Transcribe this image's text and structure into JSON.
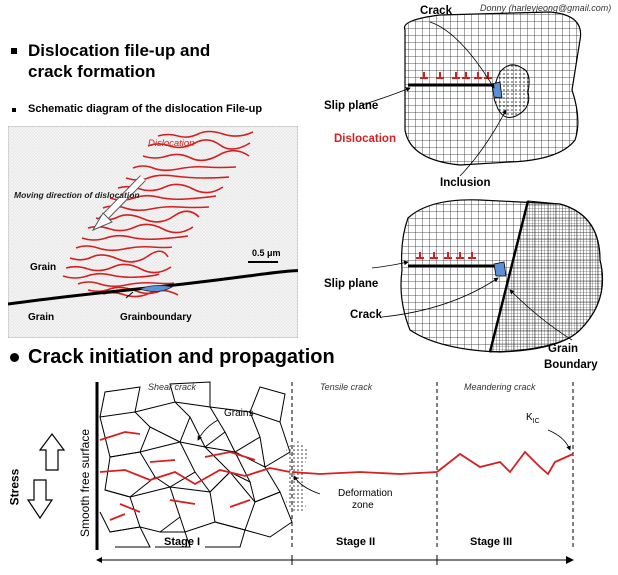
{
  "author": "Donny (harleyjeong@gmail.com)",
  "section1": {
    "title_line1": "Dislocation file-up and",
    "title_line2": "crack formation",
    "subtitle": "Schematic diagram of the dislocation File-up"
  },
  "micrograph": {
    "dislocation": "Dislocation",
    "moving_direction": "Moving direction of dislocation",
    "scale": "0.5 μm",
    "grain_top": "Grain",
    "grain_bottom": "Grain",
    "grainboundary": "Grainboundary"
  },
  "inclusion_diagram": {
    "crack": "Crack",
    "slip_plane": "Slip plane",
    "dislocation": "Dislocation",
    "inclusion": "Inclusion"
  },
  "boundary_diagram": {
    "slip_plane": "Slip plane",
    "crack": "Crack",
    "grain": "Grain",
    "boundary": "Boundary"
  },
  "section2": {
    "title": "Crack initiation and propagation",
    "shear_crack": "Shear crack",
    "tensile_crack": "Tensile crack",
    "meandering_crack": "Meandering crack",
    "grains": "Grains",
    "deformation": "Deformation",
    "zone": "zone",
    "k_main": "K",
    "k_sub": "IC",
    "stress": "Stress",
    "surface": "Smooth free surface",
    "stage1": "Stage I",
    "stage2": "Stage II",
    "stage3": "Stage III"
  },
  "colors": {
    "dislocation_red": "#d42020",
    "crack_blue": "#5b8fd6"
  }
}
